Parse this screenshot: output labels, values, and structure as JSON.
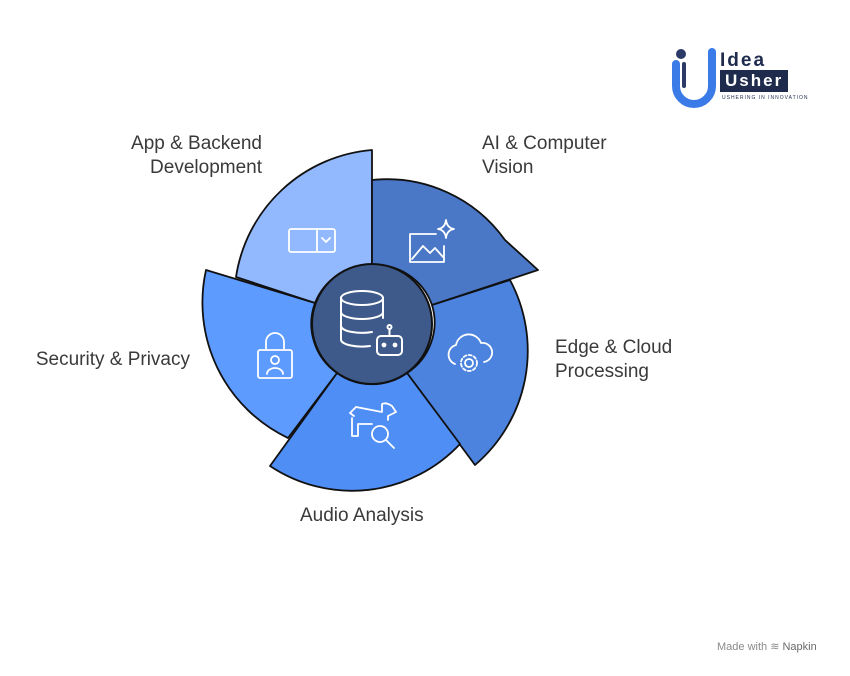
{
  "logo": {
    "line1": "Idea",
    "line2": "Usher",
    "tagline": "USHERING IN INNOVATION"
  },
  "segments": [
    {
      "id": "app",
      "lines": [
        "App & Backend",
        "Development"
      ],
      "icon": "dropdown-select-icon",
      "color": "#92b8fd"
    },
    {
      "id": "ai",
      "lines": [
        "AI & Computer",
        "Vision"
      ],
      "icon": "image-sparkle-icon",
      "color": "#4a78c7"
    },
    {
      "id": "edge",
      "lines": [
        "Edge & Cloud",
        "Processing"
      ],
      "icon": "cloud-gear-icon",
      "color": "#4c83de"
    },
    {
      "id": "audio",
      "lines": [
        "Audio Analysis"
      ],
      "icon": "dog-search-icon",
      "color": "#4f8ef5"
    },
    {
      "id": "sec",
      "lines": [
        "Security & Privacy"
      ],
      "icon": "lock-user-icon",
      "color": "#5d9bff"
    }
  ],
  "hub": {
    "icon": "database-bot-icon",
    "color": "#3e5a8a"
  },
  "footer": {
    "prefix": "Made with",
    "brand": "Napkin"
  }
}
